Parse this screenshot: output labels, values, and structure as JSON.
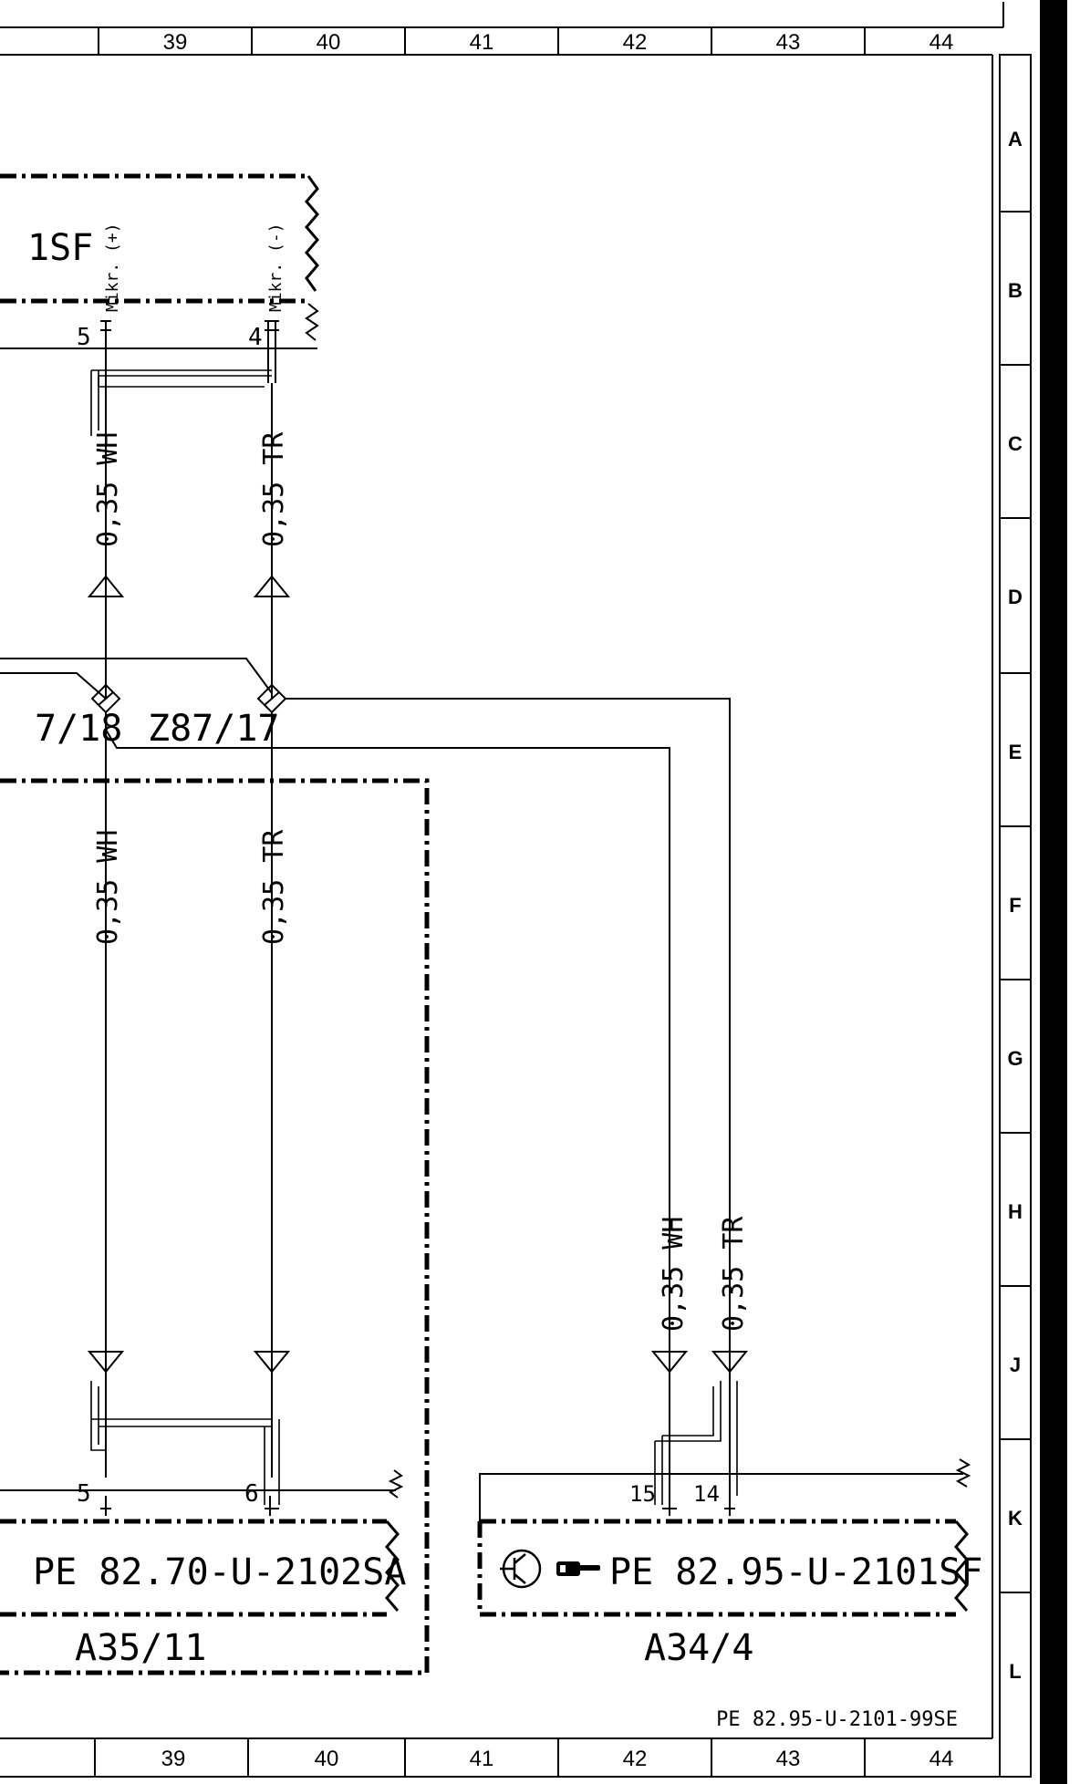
{
  "columns": [
    "39",
    "40",
    "41",
    "42",
    "43",
    "44"
  ],
  "rows": [
    "A",
    "B",
    "C",
    "D",
    "E",
    "F",
    "G",
    "H",
    "J",
    "K",
    "L"
  ],
  "top_component": {
    "partial_name": "1SF",
    "pin_plus_label": "Mikr. (+)",
    "pin_minus_label": "Mikr. (-)",
    "pin_plus_number": "5",
    "pin_minus_number": "4"
  },
  "wires": {
    "upper_left": "0,35 WH",
    "upper_right": "0,35 TR",
    "middle_left": "0,35 WH",
    "middle_right": "0,35 TR",
    "lower_a": "0,35 WH",
    "lower_b": "0,35 TR"
  },
  "splices": {
    "left": "7/18",
    "right": "Z87/17"
  },
  "module_a35": {
    "ref": "PE 82.70-U-2102SA",
    "name": "A35/11",
    "pin_a": "5",
    "pin_b": "6"
  },
  "module_a34": {
    "ref": "PE 82.95-U-2101SF",
    "name": "A34/4",
    "pin_a": "15",
    "pin_b": "14",
    "icon": "transistor-symbol-icon",
    "pointer_icon": "pointing-hand-icon"
  },
  "doc_ref": "PE 82.95-U-2101-99SE"
}
